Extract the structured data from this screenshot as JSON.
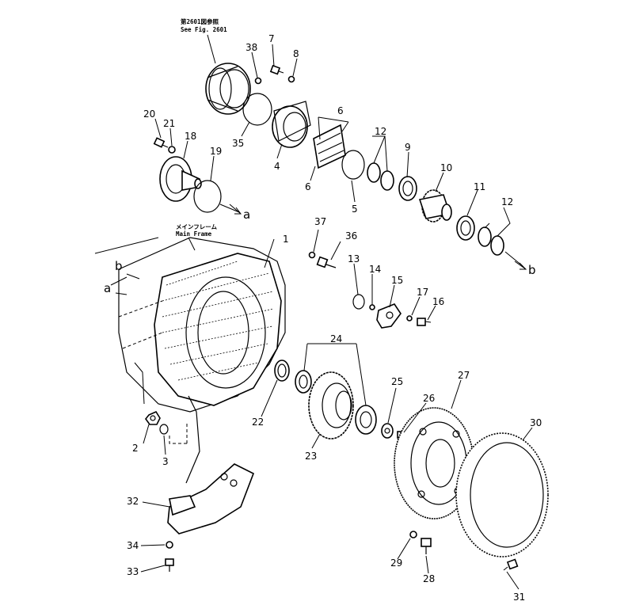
{
  "notes": {
    "see_fig_jp": "第2601図参照",
    "see_fig_en": "See Fig. 2601",
    "main_frame_jp": "メインフレーム",
    "main_frame_en": "Main Frame"
  },
  "section_markers": {
    "a_right": "a",
    "b_right": "b",
    "a_left": "a",
    "b_left": "b"
  },
  "part_labels": {
    "p1": "1",
    "p2": "2",
    "p3": "3",
    "p4": "4",
    "p5": "5",
    "p6a": "6",
    "p6b": "6",
    "p7": "7",
    "p8": "8",
    "p9": "9",
    "p10": "10",
    "p11": "11",
    "p12a": "12",
    "p12b": "12",
    "p13": "13",
    "p14": "14",
    "p15": "15",
    "p16": "16",
    "p17": "17",
    "p18": "18",
    "p19": "19",
    "p20": "20",
    "p21": "21",
    "p22": "22",
    "p23": "23",
    "p24": "24",
    "p25": "25",
    "p26": "26",
    "p27": "27",
    "p28": "28",
    "p29": "29",
    "p30": "30",
    "p31": "31",
    "p32": "32",
    "p33": "33",
    "p34": "34",
    "p35": "35",
    "p36": "36",
    "p37": "37",
    "p38": "38"
  }
}
